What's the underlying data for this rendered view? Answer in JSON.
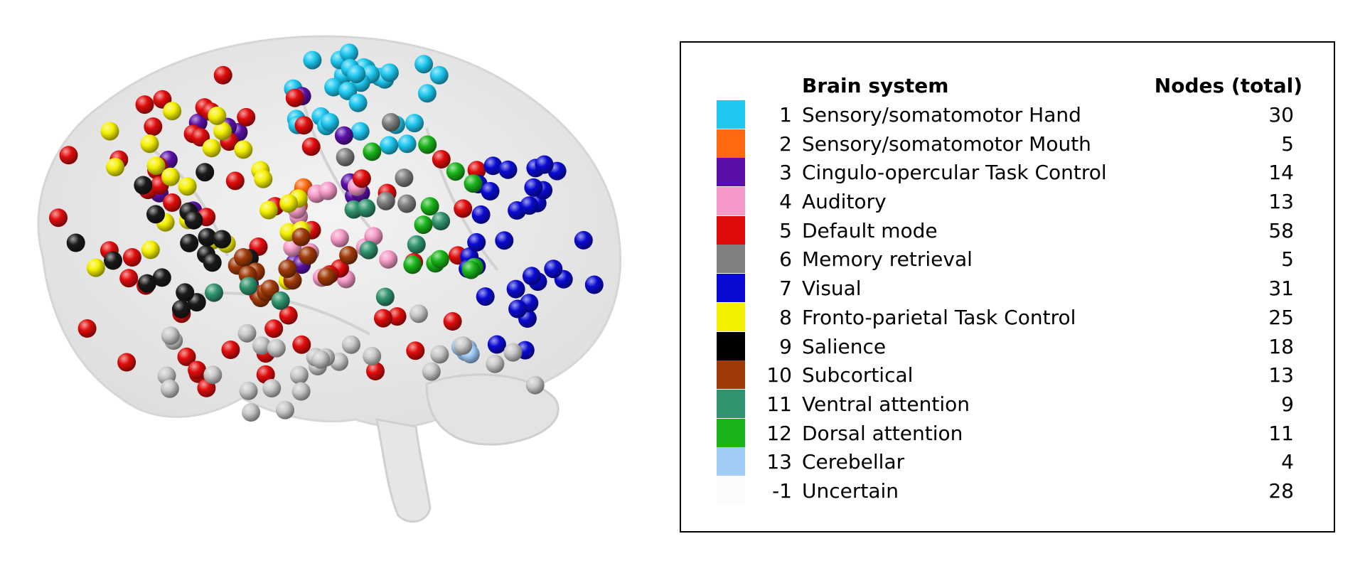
{
  "legend": {
    "header_system": "Brain system",
    "header_nodes": "Nodes (total)",
    "systems": [
      {
        "id": "1",
        "name": "Sensory/somatomotor Hand",
        "nodes": "30",
        "color": "#1ec8f0"
      },
      {
        "id": "2",
        "name": "Sensory/somatomotor Mouth",
        "nodes": "5",
        "color": "#ff6a10"
      },
      {
        "id": "3",
        "name": "Cingulo-opercular Task Control",
        "nodes": "14",
        "color": "#5a10a8"
      },
      {
        "id": "4",
        "name": "Auditory",
        "nodes": "13",
        "color": "#f59ac8"
      },
      {
        "id": "5",
        "name": "Default mode",
        "nodes": "58",
        "color": "#e00c0c"
      },
      {
        "id": "6",
        "name": "Memory retrieval",
        "nodes": "5",
        "color": "#808080"
      },
      {
        "id": "7",
        "name": "Visual",
        "nodes": "31",
        "color": "#0a0ad2"
      },
      {
        "id": "8",
        "name": "Fronto-parietal Task Control",
        "nodes": "25",
        "color": "#f5f000"
      },
      {
        "id": "9",
        "name": "Salience",
        "nodes": "18",
        "color": "#000000"
      },
      {
        "id": "10",
        "name": "Subcortical",
        "nodes": "13",
        "color": "#a03a08"
      },
      {
        "id": "11",
        "name": "Ventral attention",
        "nodes": "9",
        "color": "#30946e"
      },
      {
        "id": "12",
        "name": "Dorsal attention",
        "nodes": "11",
        "color": "#1ab41a"
      },
      {
        "id": "13",
        "name": "Cerebellar",
        "nodes": "4",
        "color": "#a0ccf5"
      },
      {
        "id": "-1",
        "name": "Uncertain",
        "nodes": "28",
        "color": "#fcfcfc"
      }
    ]
  },
  "brain_render": {
    "outline_color": "#dcdcdc",
    "node_clusters": [
      {
        "system": "1",
        "count": 30
      },
      {
        "system": "2",
        "count": 5
      },
      {
        "system": "3",
        "count": 14
      },
      {
        "system": "4",
        "count": 13
      },
      {
        "system": "5",
        "count": 58
      },
      {
        "system": "6",
        "count": 5
      },
      {
        "system": "7",
        "count": 31
      },
      {
        "system": "8",
        "count": 25
      },
      {
        "system": "9",
        "count": 18
      },
      {
        "system": "10",
        "count": 13
      },
      {
        "system": "11",
        "count": 9
      },
      {
        "system": "12",
        "count": 11
      },
      {
        "system": "13",
        "count": 4
      },
      {
        "system": "-1",
        "count": 28
      }
    ]
  }
}
